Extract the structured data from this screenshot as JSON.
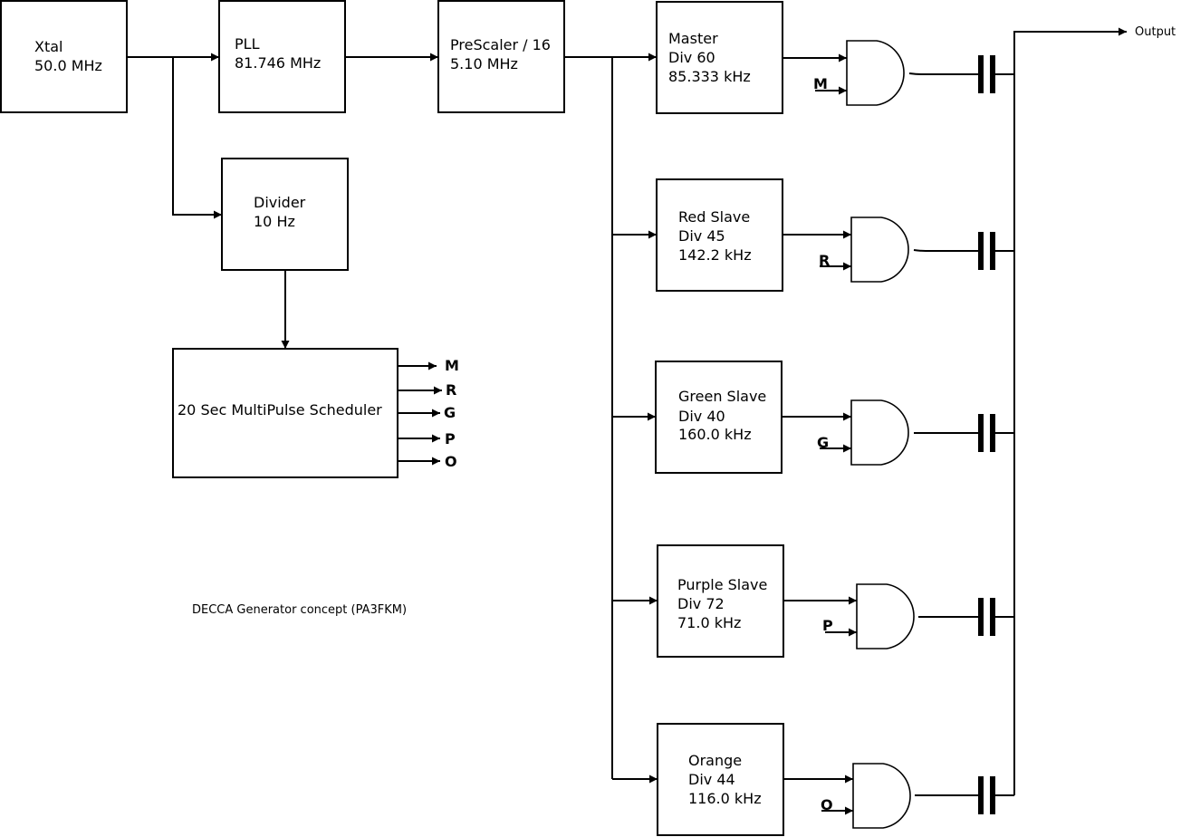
{
  "blocks": {
    "xtal": [
      "Xtal",
      "50.0 MHz"
    ],
    "pll": [
      "PLL",
      "81.746 MHz"
    ],
    "prescaler": [
      "PreScaler / 16",
      "5.10 MHz"
    ],
    "divider": [
      "Divider",
      "10 Hz"
    ],
    "scheduler": "20 Sec MultiPulse Scheduler",
    "master": [
      "Master",
      "Div  60",
      "85.333 kHz"
    ],
    "red": [
      "Red Slave",
      "Div  45",
      "142.2 kHz"
    ],
    "green": [
      "Green Slave",
      "Div  40",
      "160.0 kHz"
    ],
    "purple": [
      "Purple Slave",
      "Div 72",
      "71.0 kHz"
    ],
    "orange": [
      "Orange",
      "Div  44",
      "116.0 kHz"
    ]
  },
  "scheduler_outputs": [
    "M",
    "R",
    "G",
    "P",
    "O"
  ],
  "gate_inputs": [
    "M",
    "R",
    "G",
    "P",
    "O"
  ],
  "output_label": "Output",
  "caption": "DECCA Generator concept (PA3FKM)"
}
